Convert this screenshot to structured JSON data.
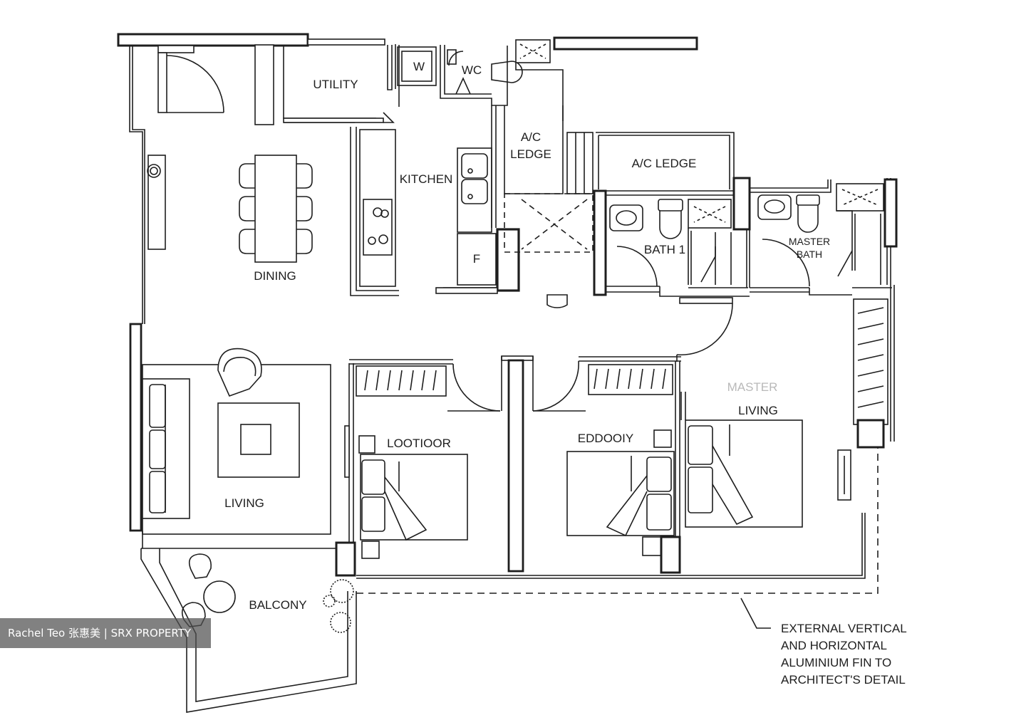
{
  "rooms": {
    "utility": "UTILITY",
    "kitchen": "KITCHEN",
    "ac_ledge_1_line1": "A/C",
    "ac_ledge_1_line2": "LEDGE",
    "ac_ledge_2": "A/C LEDGE",
    "dining": "DINING",
    "bath_1": "BATH 1",
    "master_bath_line1": "MASTER",
    "master_bath_line2": "BATH",
    "living": "LIVING",
    "balcony": "BALCONY",
    "bedroom_2": "LOOTIOOR",
    "bedroom_3": "EDDOOIY",
    "master_living_line1": "MASTER",
    "master_living_line2": "LIVING"
  },
  "fixtures": {
    "washer": "W",
    "wc": "WC",
    "fridge": "F"
  },
  "note": {
    "line1": "EXTERNAL VERTICAL",
    "line2": "AND HORIZONTAL",
    "line3": "ALUMINIUM FIN TO",
    "line4": "ARCHITECT'S DETAIL"
  },
  "watermark": "Rachel Teo 张惠美 | SRX PROPERTY",
  "colors": {
    "line": "#1e1e1e",
    "background": "#ffffff"
  }
}
